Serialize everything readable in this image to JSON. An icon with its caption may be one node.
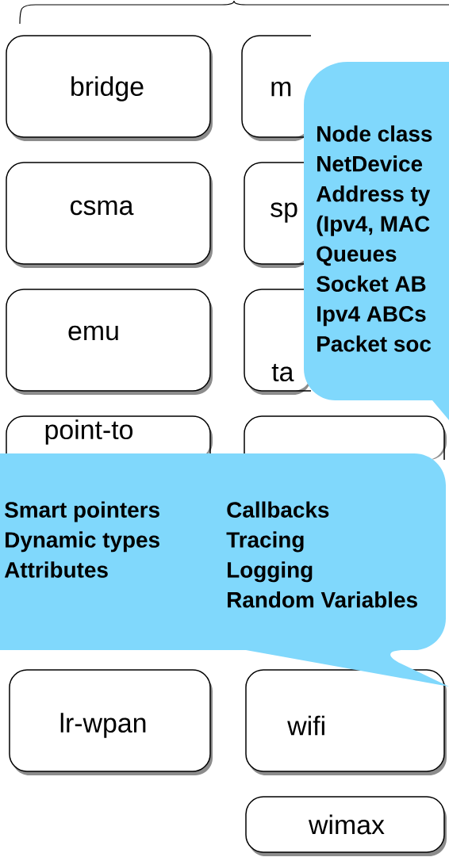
{
  "diagram": {
    "nodes": [
      {
        "text": [
          "bridge"
        ]
      },
      {
        "text": [
          "m"
        ]
      },
      {
        "text": [
          "Node class",
          "NetDevice",
          "Address ty",
          "(Ipv4, MAC",
          "Queues",
          "Socket AB",
          "Ipv4 ABCs",
          "Packet soc"
        ]
      },
      {
        "text": [
          "csma"
        ]
      },
      {
        "text": [
          "sp"
        ]
      },
      {
        "text": [
          "emu"
        ]
      },
      {
        "text": [
          "ta"
        ]
      },
      {
        "text": [
          "point-to"
        ]
      },
      {
        "text": [],
        "shape": "box"
      },
      {
        "text": [
          "Smart pointers",
          "Dynamic types",
          "Attributes",
          "Callbacks",
          "Tracing",
          "Logging",
          "Random Variables"
        ]
      },
      {
        "text": [
          "lr-wpan"
        ]
      },
      {
        "text": [
          "wifi"
        ]
      },
      {
        "text": [
          "wimax"
        ]
      }
    ],
    "edges": []
  }
}
